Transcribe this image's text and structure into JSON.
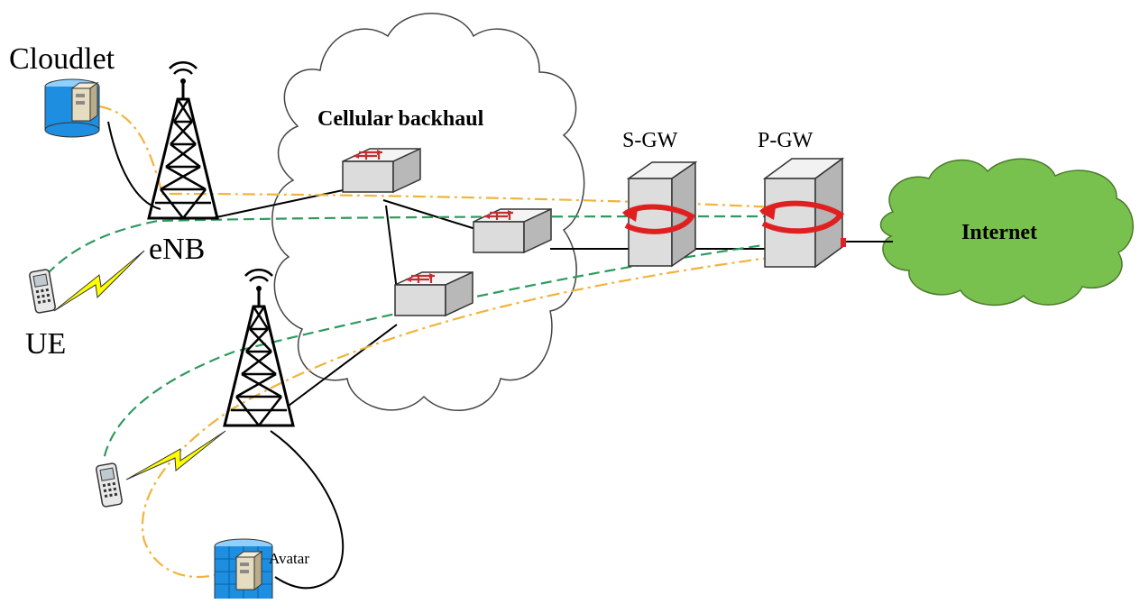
{
  "labels": {
    "cloudlet": "Cloudlet",
    "enb": "eNB",
    "ue": "UE",
    "backhaul": "Cellular backhaul",
    "sgw": "S-GW",
    "pgw": "P-GW",
    "internet": "Internet",
    "avatar": "Avatar"
  },
  "colors": {
    "backhaul_link": "#000000",
    "orange_path": "#f0b43c",
    "green_path": "#2e9a5e",
    "internet_cloud": "#79c14e",
    "storage_blue": "#1e8fe0",
    "gateway_arrow": "#e02020",
    "wireless_bolt": "#ffff00"
  },
  "icons": [
    "tower-icon",
    "router-icon",
    "server-icon",
    "storage-icon",
    "phone-icon",
    "cloud-icon",
    "lightning-icon"
  ]
}
